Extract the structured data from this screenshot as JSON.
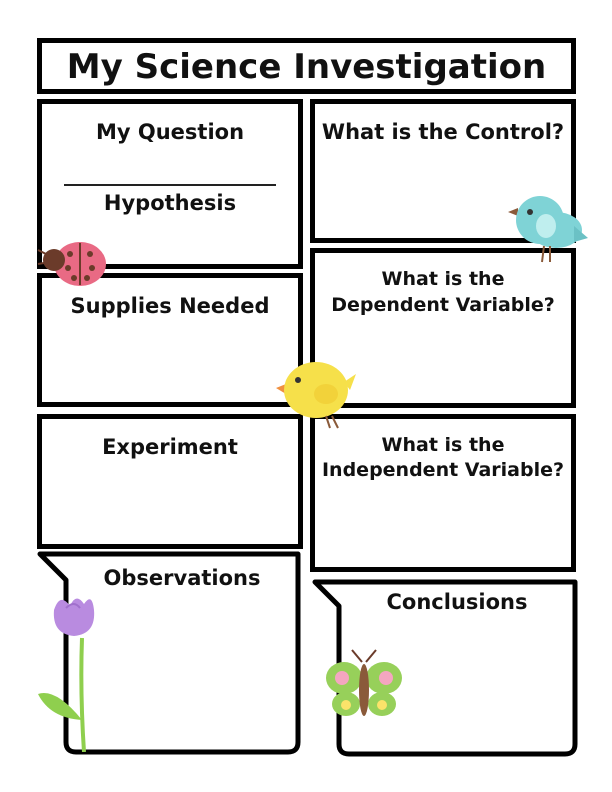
{
  "title": "My Science Investigation",
  "sections": {
    "question": "My Question",
    "hypothesis": "Hypothesis",
    "supplies": "Supplies Needed",
    "experiment": "Experiment",
    "observations": "Observations",
    "control": "What is the Control?",
    "dependent_l1": "What is the",
    "dependent_l2": "Dependent Variable?",
    "independent_l1": "What is the",
    "independent_l2": "Independent Variable?",
    "conclusions": "Conclusions"
  },
  "icons": {
    "ladybug": "ladybug-icon",
    "blue_bird": "blue-bird-icon",
    "yellow_chick": "yellow-chick-icon",
    "tulip": "tulip-icon",
    "butterfly": "butterfly-icon"
  },
  "colors": {
    "border": "#000000",
    "ladybug": "#e96a84",
    "blue_bird": "#7fd3d6",
    "chick": "#f6e04a",
    "tulip": "#b98be0",
    "leaf": "#8fcf4e",
    "butterfly": "#97d05a"
  }
}
